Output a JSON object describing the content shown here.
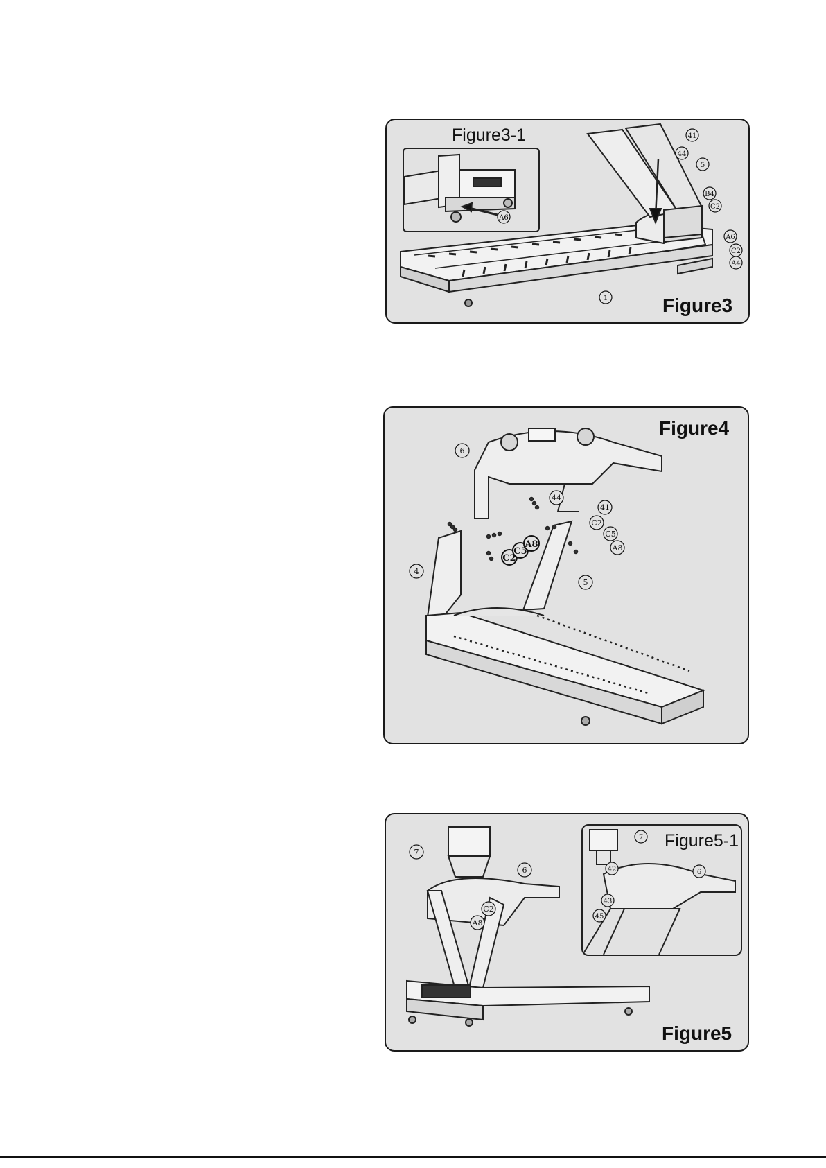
{
  "page": {
    "background": "#ffffff",
    "panel_background": "#e2e2e2"
  },
  "figure3": {
    "title": "Figure3",
    "inset_title": "Figure3-1",
    "inset_callouts": [
      "A6"
    ],
    "callouts": [
      "41",
      "44",
      "5",
      "B4",
      "C2",
      "A6",
      "C2",
      "A4",
      "1"
    ]
  },
  "figure4": {
    "title": "Figure4",
    "callouts": [
      "6",
      "44",
      "41",
      "C2",
      "C5",
      "A8",
      "C2",
      "C5",
      "A8",
      "4",
      "5"
    ]
  },
  "figure5": {
    "title": "Figure5",
    "inset_title": "Figure5-1",
    "callouts": [
      "7",
      "6",
      "C2",
      "A8"
    ],
    "inset_callouts": [
      "7",
      "6",
      "42",
      "43",
      "45"
    ]
  }
}
